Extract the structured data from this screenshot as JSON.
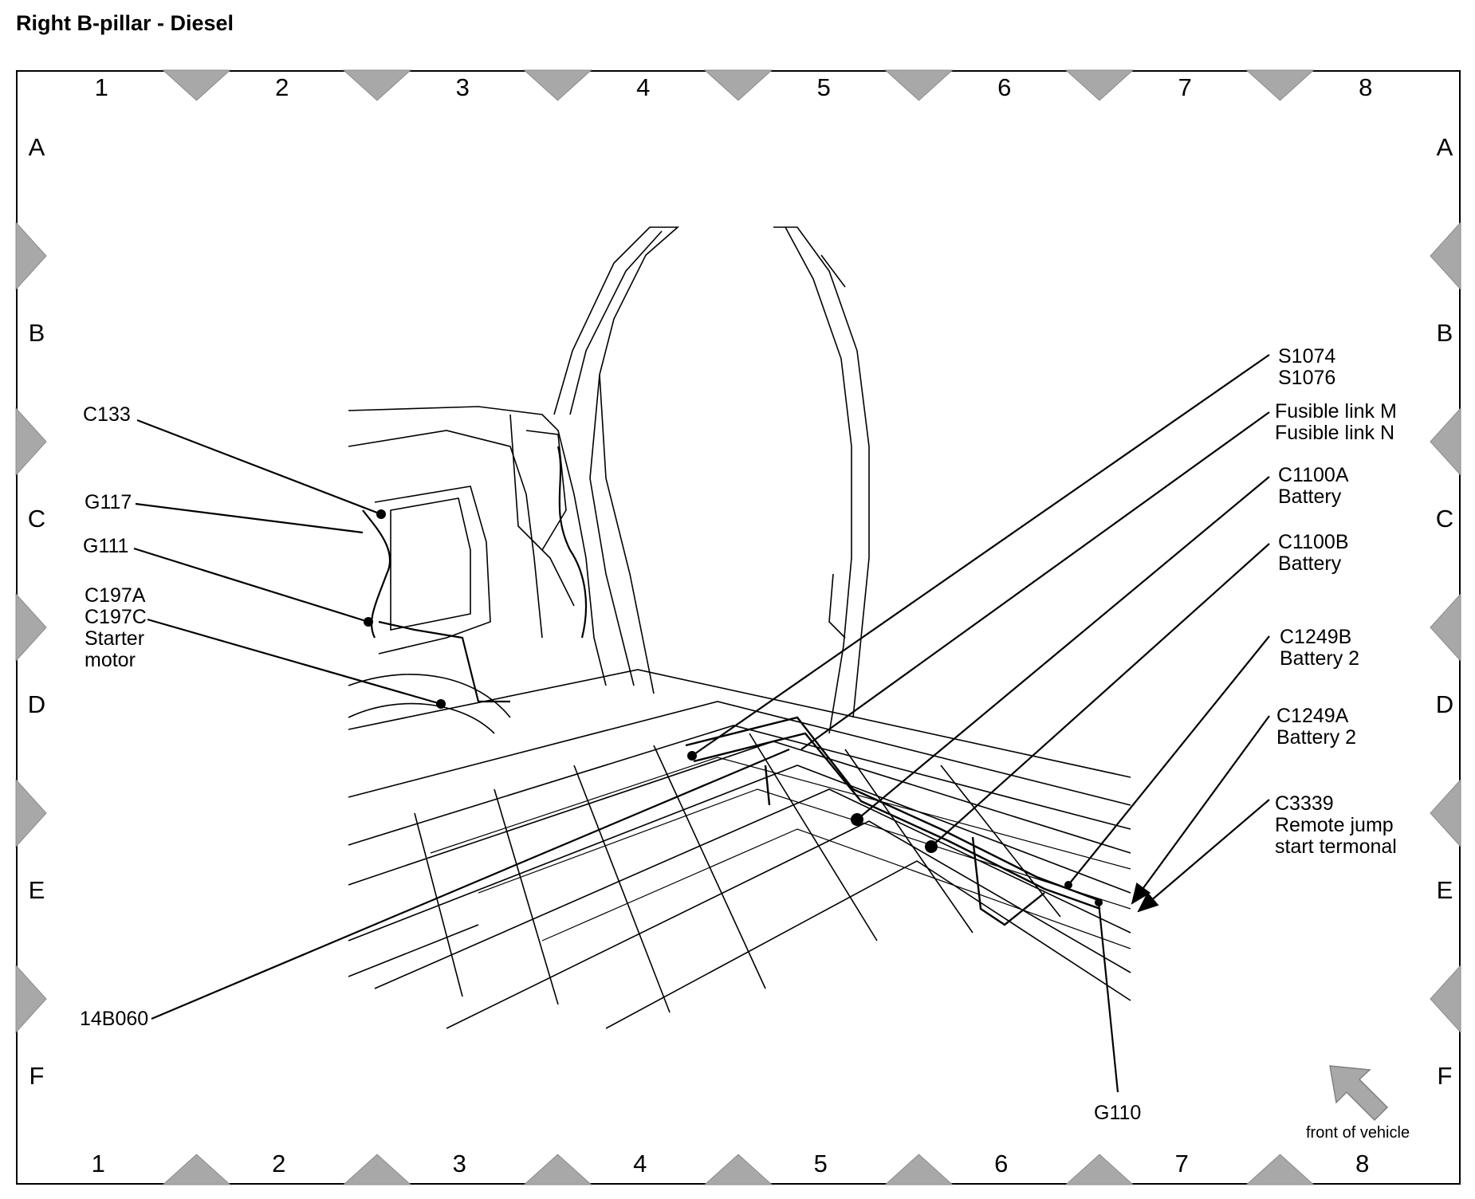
{
  "title": "Right B-pillar - Diesel",
  "grid": {
    "columns": [
      "1",
      "2",
      "3",
      "4",
      "5",
      "6",
      "7",
      "8"
    ],
    "rows": [
      "A",
      "B",
      "C",
      "D",
      "E",
      "F"
    ]
  },
  "callouts": {
    "c133": "C133",
    "g117": "G117",
    "g111": "G111",
    "c197": [
      "C197A",
      "C197C",
      "Starter",
      "motor"
    ],
    "b14060": "14B060",
    "s1074": [
      "S1074",
      "S1076"
    ],
    "fusible": [
      "Fusible link M",
      "Fusible link N"
    ],
    "c1100a": [
      "C1100A",
      "Battery"
    ],
    "c1100b": [
      "C1100B",
      "Battery"
    ],
    "c1249b": [
      "C1249B",
      "Battery 2"
    ],
    "c1249a": [
      "C1249A",
      "Battery 2"
    ],
    "c3339": [
      "C3339",
      "Remote jump",
      "start termonal"
    ],
    "g110": "G110"
  },
  "orientation": {
    "label": "front of vehicle",
    "icon": "arrow-up-left-icon"
  },
  "colors": {
    "marker_fill": "#a8a8a8",
    "line": "#000000"
  }
}
